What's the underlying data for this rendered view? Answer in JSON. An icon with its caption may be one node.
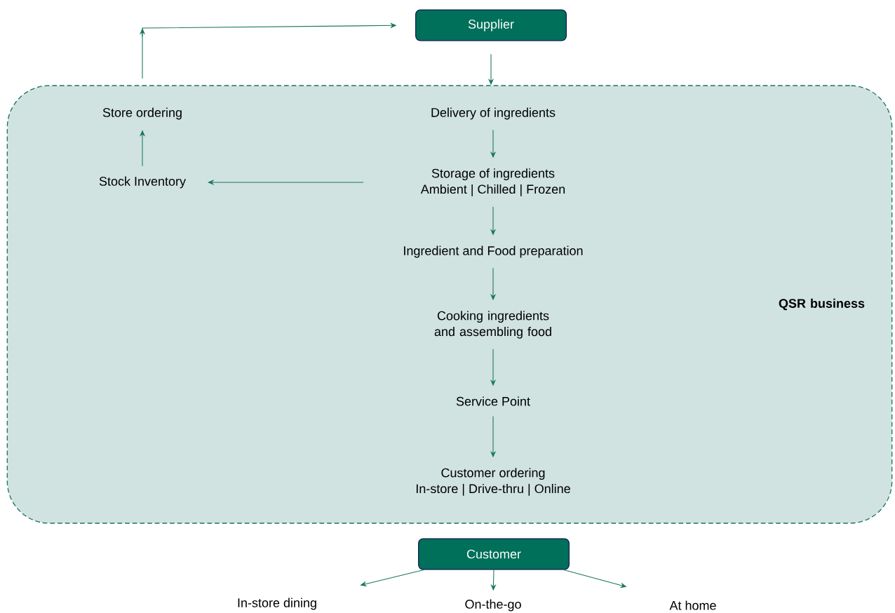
{
  "diagram": {
    "nodes": [
      {
        "text": [
          "Supplier"
        ]
      },
      {
        "text": [
          "QSR business"
        ]
      },
      {
        "text": [
          "Delivery of ingredients"
        ],
        "in": 1
      },
      {
        "text": [
          "Storage of ingredients",
          "Ambient | Chilled | Frozen"
        ],
        "in": 1
      },
      {
        "text": [
          "Ingredient and Food preparation"
        ],
        "in": 1
      },
      {
        "text": [
          "Cooking ingredients and assembling food"
        ],
        "in": 1
      },
      {
        "text": [
          "Service Point"
        ],
        "in": 1
      },
      {
        "text": [
          "Customer ordering",
          "In-store | Drive-thru | Online"
        ],
        "in": 1
      },
      {
        "text": [
          "Stock Inventory"
        ],
        "in": 1
      },
      {
        "text": [
          "Store ordering"
        ],
        "in": 1
      },
      {
        "text": [
          "Customer"
        ]
      },
      {
        "text": [
          "In-store dining"
        ]
      },
      {
        "text": [
          "On-the-go"
        ]
      },
      {
        "text": [
          "At home"
        ]
      }
    ],
    "edges": [
      {
        "from": 0,
        "to": 1,
        "arrow": "to"
      },
      {
        "from": 2,
        "to": 3,
        "arrow": "to"
      },
      {
        "from": 3,
        "to": 4,
        "arrow": "to"
      },
      {
        "from": 4,
        "to": 5,
        "arrow": "to"
      },
      {
        "from": 5,
        "to": 6,
        "arrow": "to"
      },
      {
        "from": 6,
        "to": 7,
        "arrow": "to"
      },
      {
        "from": 3,
        "to": 8,
        "arrow": "to"
      },
      {
        "from": 8,
        "to": 9,
        "arrow": "to"
      },
      {
        "from": 9,
        "to": 0,
        "arrow": "to"
      },
      {
        "from": 10,
        "to": 11,
        "arrow": "to"
      },
      {
        "from": 10,
        "to": 12,
        "arrow": "to"
      },
      {
        "from": 10,
        "to": 13,
        "arrow": "to"
      }
    ]
  }
}
